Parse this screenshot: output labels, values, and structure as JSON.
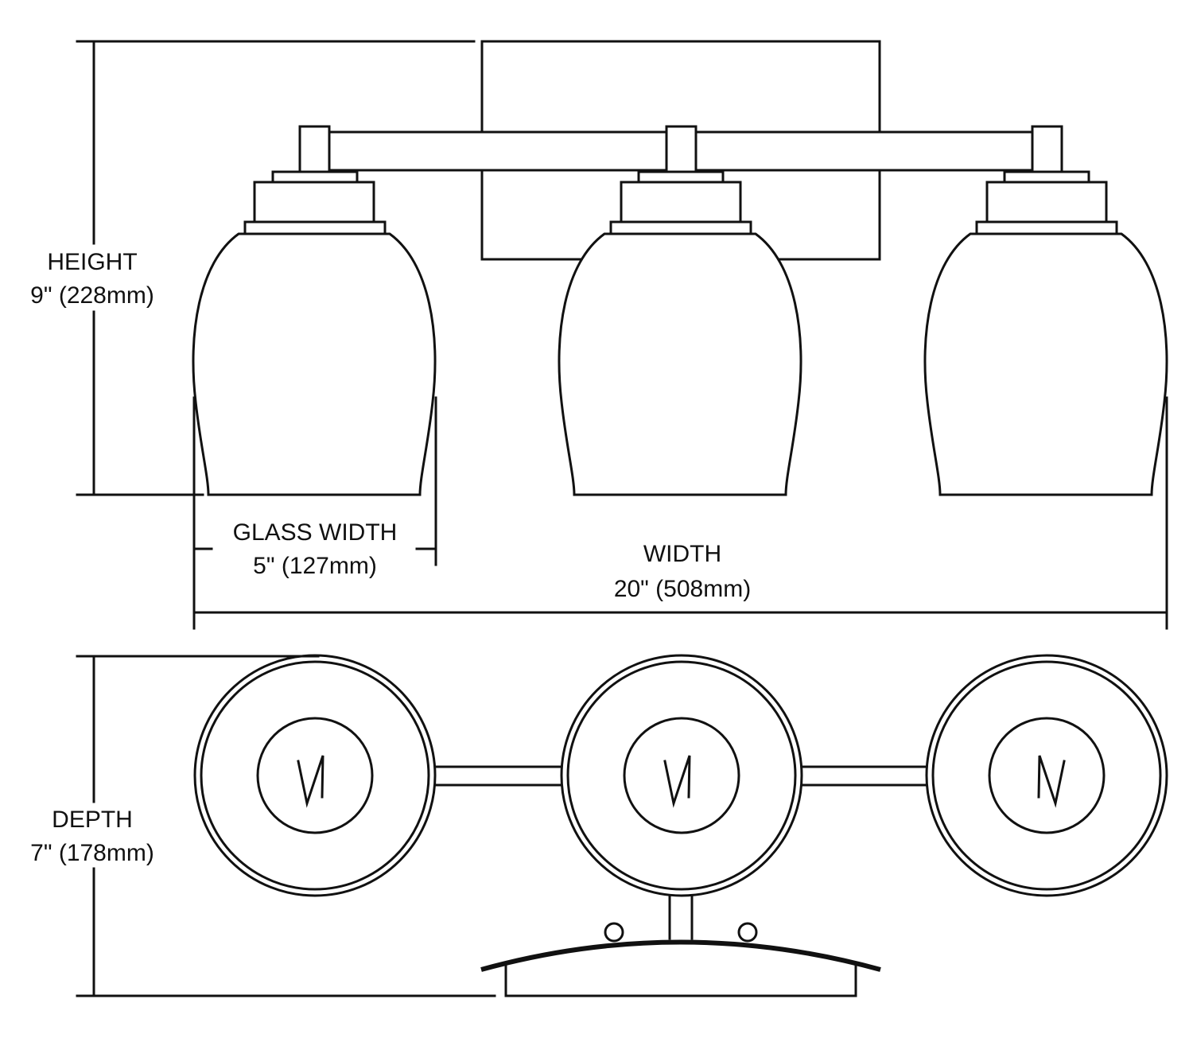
{
  "drawing": {
    "title": "3-light vanity fixture dimension drawing",
    "colors": {
      "line": "#111111",
      "background": "#ffffff"
    },
    "dimensions": {
      "height": {
        "label": "HEIGHT",
        "value": "9\" (228mm)"
      },
      "glass_width": {
        "label": "GLASS WIDTH",
        "value": "5\" (127mm)"
      },
      "width": {
        "label": "WIDTH",
        "value": "20\" (508mm)"
      },
      "depth": {
        "label": "DEPTH",
        "value": "7\" (178mm)"
      }
    },
    "views": {
      "front": {
        "name": "front-view",
        "shade_count": 3
      },
      "top": {
        "name": "top-view",
        "shade_count": 3
      }
    }
  }
}
